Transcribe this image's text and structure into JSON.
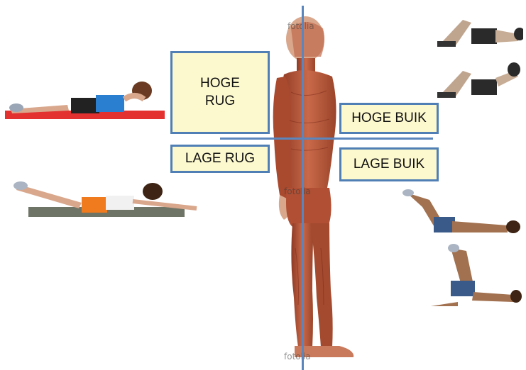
{
  "labels": {
    "upper_back": "HOGE\nRUG",
    "lower_back": "LAGE RUG",
    "upper_abs": "HOGE BUIK",
    "lower_abs": "LAGE BUIK"
  },
  "watermarks": {
    "top": "fotolia",
    "middle": "fotolia",
    "bottom": "fotolia"
  },
  "colors": {
    "divider_line": "#5a86bd",
    "box_border": "#4f7fb4",
    "box_fill": "#fdf9cf",
    "muscle": "#b8563a",
    "red_mat": "#e2312f",
    "shorts_orange": "#f07a1e",
    "top_blue": "#2b7fd0"
  }
}
